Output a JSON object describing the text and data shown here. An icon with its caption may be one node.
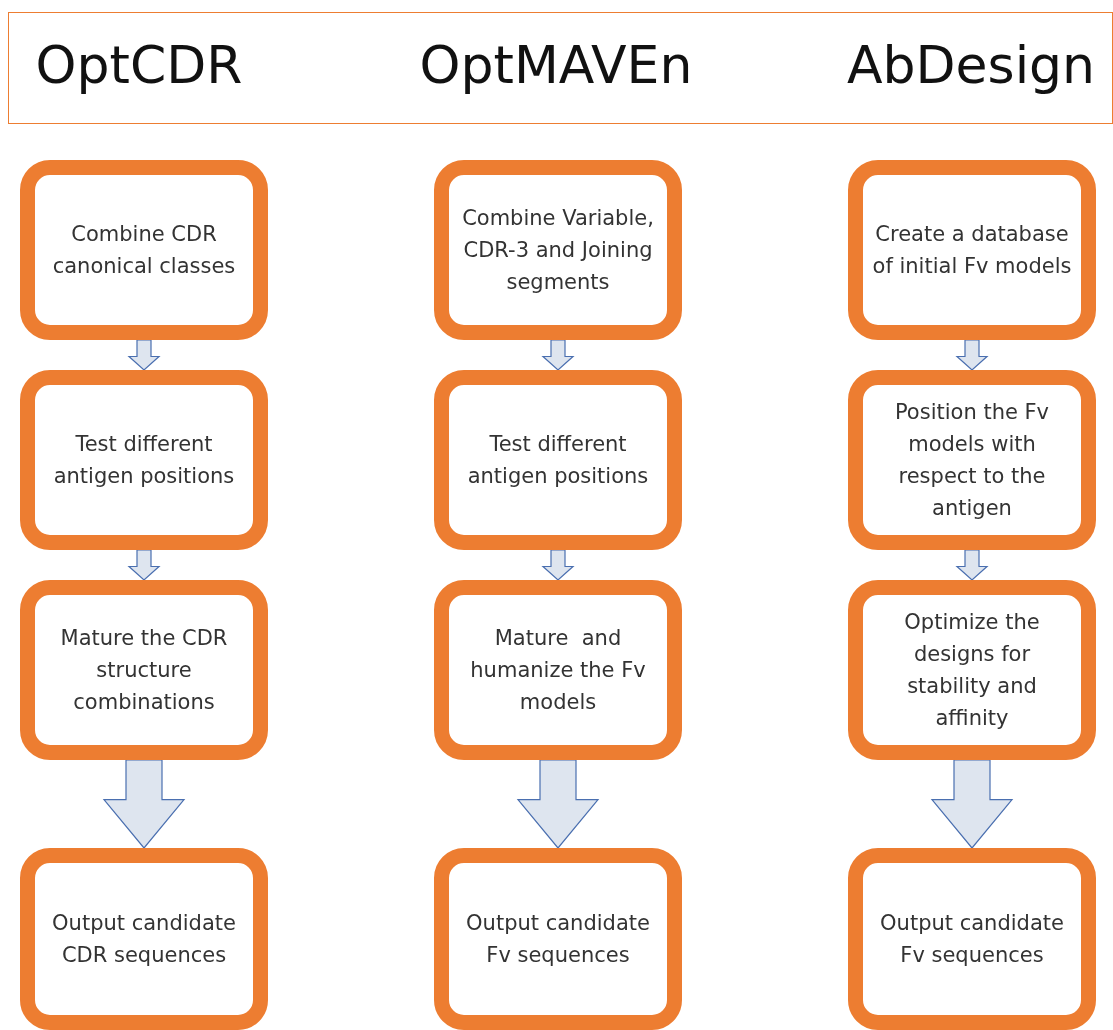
{
  "diagram": {
    "nodes": [
      {
        "text": [
          "OptCDR",
          "OptMAVEn",
          "AbDesign"
        ]
      },
      {
        "text": [
          "Combine CDR canonical classes"
        ]
      },
      {
        "text": [
          "Test different antigen positions"
        ]
      },
      {
        "text": [
          "Mature the CDR structure combinations"
        ]
      },
      {
        "text": [
          "Output candidate CDR sequences"
        ]
      },
      {
        "text": [
          "Combine Variable, CDR-3 and Joining segments"
        ]
      },
      {
        "text": [
          "Test different antigen positions"
        ]
      },
      {
        "text": [
          "Mature  and humanize the Fv models"
        ]
      },
      {
        "text": [
          "Output candidate Fv sequences"
        ]
      },
      {
        "text": [
          "Create a database of initial Fv models"
        ]
      },
      {
        "text": [
          "Position the Fv models with respect to the antigen"
        ]
      },
      {
        "text": [
          "Optimize the designs for stability and affinity"
        ]
      },
      {
        "text": [
          "Output candidate Fv sequences"
        ]
      }
    ],
    "edges": [
      {
        "from": 1,
        "to": 2,
        "arrow": "to"
      },
      {
        "from": 2,
        "to": 3,
        "arrow": "to"
      },
      {
        "from": 3,
        "to": 4,
        "arrow": "to",
        "style": "thick"
      },
      {
        "from": 5,
        "to": 6,
        "arrow": "to"
      },
      {
        "from": 6,
        "to": 7,
        "arrow": "to"
      },
      {
        "from": 7,
        "to": 8,
        "arrow": "to",
        "style": "thick"
      },
      {
        "from": 9,
        "to": 10,
        "arrow": "to"
      },
      {
        "from": 10,
        "to": 11,
        "arrow": "to"
      },
      {
        "from": 11,
        "to": 12,
        "arrow": "to",
        "style": "thick"
      }
    ]
  }
}
